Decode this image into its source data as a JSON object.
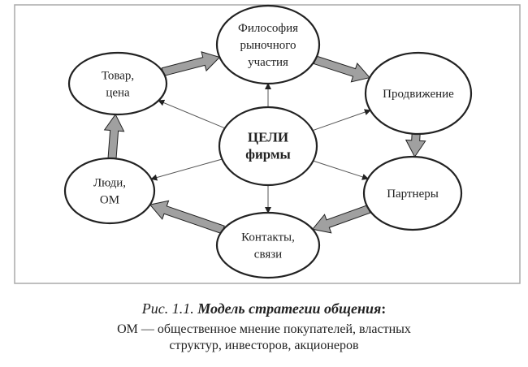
{
  "nodes": {
    "center": {
      "lines": [
        "ЦЕЛИ",
        "фирмы"
      ]
    },
    "philosophy": {
      "lines": [
        "Философия",
        "рыночного",
        "участия"
      ]
    },
    "promotion": {
      "lines": [
        "Продвижение"
      ]
    },
    "partners": {
      "lines": [
        "Партнеры"
      ]
    },
    "contacts": {
      "lines": [
        "Контакты,",
        "связи"
      ]
    },
    "people": {
      "lines": [
        "Люди,",
        "ОМ"
      ]
    },
    "product": {
      "lines": [
        "Товар,",
        "цена"
      ]
    }
  },
  "caption": {
    "fig_label": "Рис. 1.1.",
    "title": "Модель стратегии общения",
    "title_suffix": ":",
    "line2": "ОМ — общественное мнение покупателей, властных",
    "line3": "структур, инвесторов, акционеров"
  },
  "colors": {
    "arrow_fill": "#a0a0a0",
    "stroke": "#222222"
  }
}
